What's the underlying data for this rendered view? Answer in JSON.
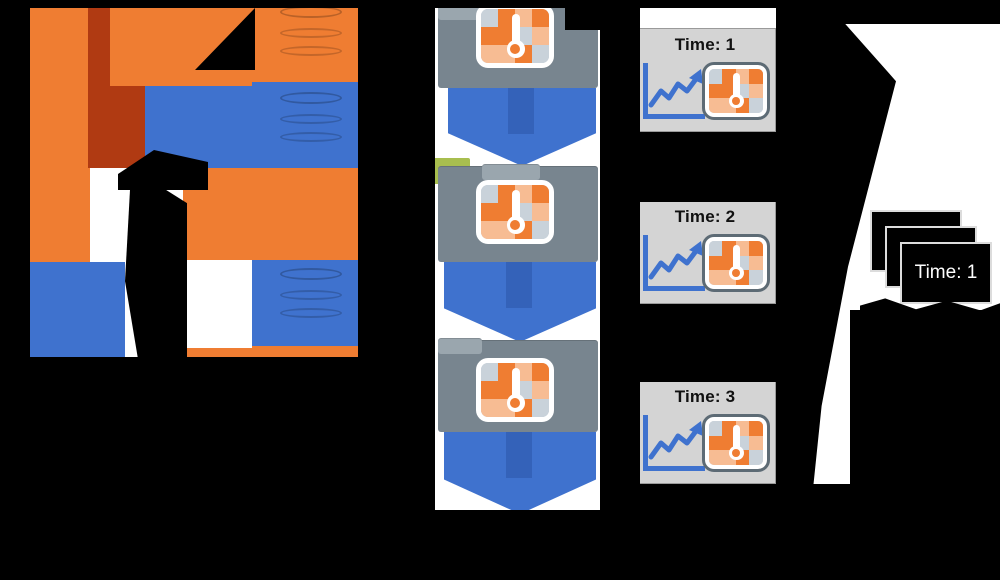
{
  "diagram": {
    "title": "data-pipeline-architecture",
    "background": "#ffffff",
    "palette": {
      "orange": "#ef7d32",
      "orange_dark": "#b03a12",
      "blue": "#3f72ce",
      "blue_dark": "#2b56a8",
      "slate": "#78858f",
      "slate_light": "#9aa6ae",
      "olive": "#a8be4f",
      "card_gray": "#d4d4d4",
      "card_border": "#9a9a9a",
      "black": "#000000",
      "white": "#ffffff"
    }
  },
  "sources": {
    "name": "source-databases-column",
    "items": [
      {
        "id": "src-db-orange",
        "icon": "database-cylinder-icon",
        "color": "#ef7d32"
      },
      {
        "id": "src-db-blue",
        "icon": "database-cylinder-icon",
        "color": "#3f72ce"
      }
    ]
  },
  "staging": {
    "name": "staging-databases-column",
    "items": [
      {
        "id": "stage-db-1",
        "icon": "database-cylinder-icon",
        "color": "#ef7d32"
      },
      {
        "id": "stage-db-2",
        "icon": "database-cylinder-icon",
        "color": "#3f72ce"
      },
      {
        "id": "stage-db-3",
        "icon": "database-cylinder-icon",
        "color": "#ef7d32"
      },
      {
        "id": "stage-db-4",
        "icon": "database-cylinder-icon",
        "color": "#3f72ce"
      },
      {
        "id": "stage-db-5",
        "icon": "database-cylinder-icon",
        "color": "#ef7d32"
      },
      {
        "id": "stage-db-6",
        "icon": "database-cylinder-icon",
        "color": "#3f72ce"
      }
    ]
  },
  "pipeline": {
    "name": "processing-pipeline-column",
    "steps": [
      {
        "id": "step-1",
        "icon": "thermometer-heatmap-icon",
        "box_color": "#78858f"
      },
      {
        "id": "step-2",
        "icon": "thermometer-heatmap-icon",
        "box_color": "#78858f"
      },
      {
        "id": "step-3",
        "icon": "thermometer-heatmap-icon",
        "box_color": "#78858f"
      }
    ],
    "connectors": [
      {
        "id": "chevron-1",
        "icon": "down-chevron-arrow-icon",
        "color": "#3f72ce"
      },
      {
        "id": "chevron-2",
        "icon": "down-chevron-arrow-icon",
        "color": "#3f72ce"
      },
      {
        "id": "chevron-3",
        "icon": "down-chevron-arrow-icon",
        "color": "#3f72ce"
      }
    ],
    "highlight": {
      "id": "olive-marker",
      "color": "#a8be4f"
    }
  },
  "outputs": {
    "name": "time-step-output-cards",
    "cards": [
      {
        "label": "Time: 1",
        "chart_icon": "line-chart-up-icon",
        "map_icon": "thermometer-heatmap-icon"
      },
      {
        "label": "Time: 2",
        "chart_icon": "line-chart-up-icon",
        "map_icon": "thermometer-heatmap-icon"
      },
      {
        "label": "Time: 3",
        "chart_icon": "line-chart-up-icon",
        "map_icon": "thermometer-heatmap-icon"
      }
    ]
  },
  "stacked_result": {
    "name": "stacked-result-cards",
    "count": 3,
    "front_label": "Time: 1"
  }
}
